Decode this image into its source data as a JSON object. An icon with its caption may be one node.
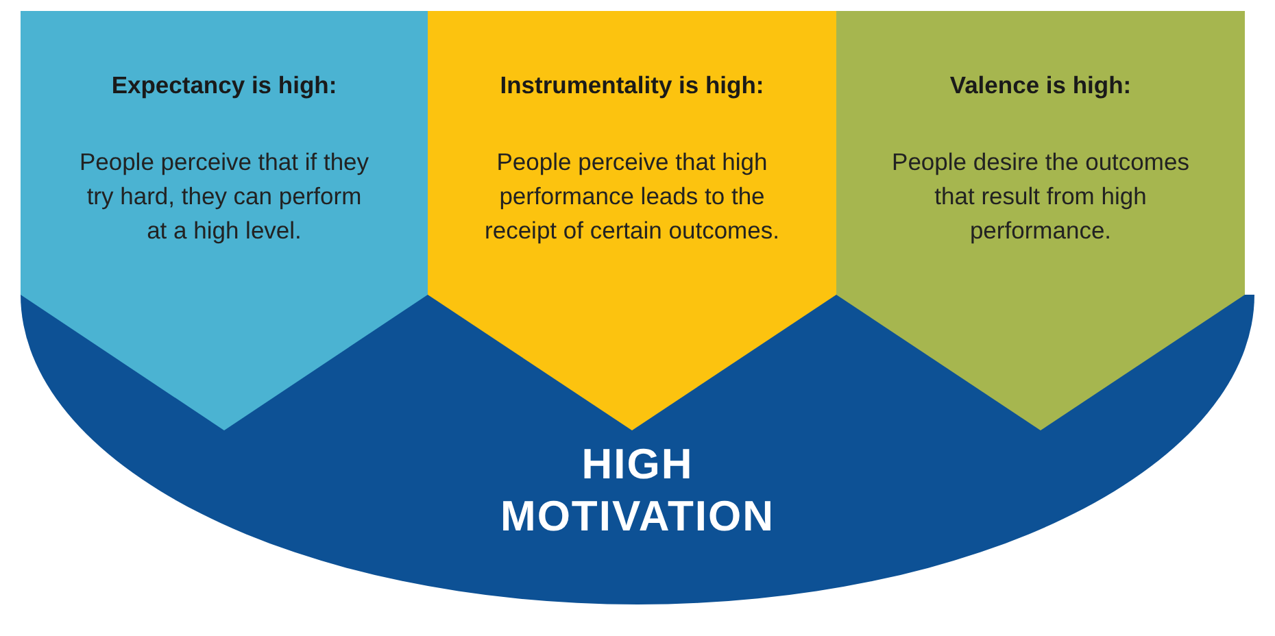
{
  "diagram": {
    "nodes": [
      {
        "text": [
          "Expectancy is high:",
          "People perceive that if they try hard, they can perform at a high level."
        ]
      },
      {
        "text": [
          "Instrumentality is high:",
          "People perceive that high performance leads to the receipt of certain outcomes."
        ]
      },
      {
        "text": [
          "Valence is high:",
          "People desire the outcomes that result from high performance."
        ]
      },
      {
        "text": [
          "HIGH MOTIVATION"
        ]
      }
    ]
  }
}
